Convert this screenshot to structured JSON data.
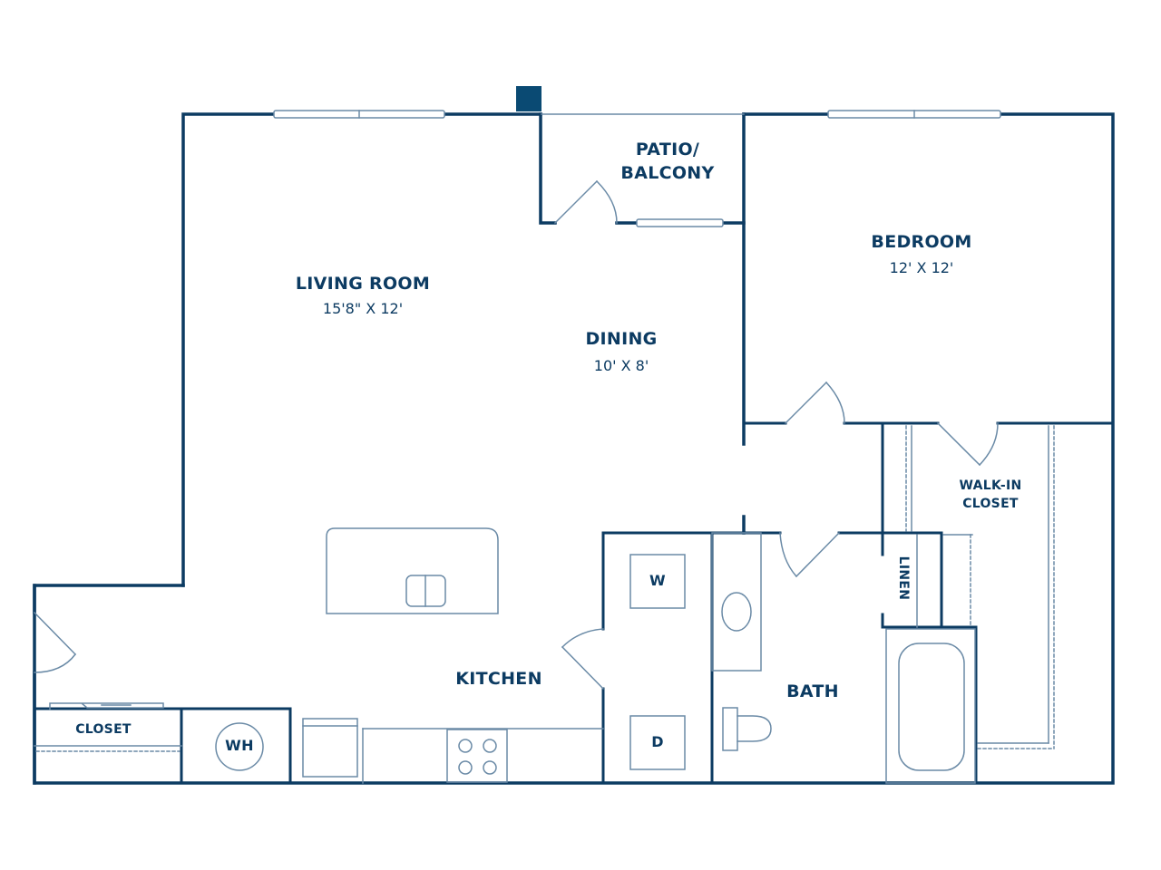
{
  "colors": {
    "wall": "#0c3b62",
    "fixture": "#6a8aa6",
    "background": "#ffffff",
    "column": "#0a4a73"
  },
  "rooms": {
    "living_room": {
      "label": "LIVING ROOM",
      "dimensions": "15'8\" X 12'"
    },
    "dining": {
      "label": "DINING",
      "dimensions": "10' X 8'"
    },
    "patio": {
      "label_line1": "PATIO/",
      "label_line2": "BALCONY"
    },
    "bedroom": {
      "label": "BEDROOM",
      "dimensions": "12' X 12'"
    },
    "walk_in_closet": {
      "label_line1": "WALK-IN",
      "label_line2": "CLOSET"
    },
    "linen": {
      "label": "LINEN"
    },
    "kitchen": {
      "label": "KITCHEN"
    },
    "bath": {
      "label": "BATH"
    },
    "closet": {
      "label": "CLOSET"
    }
  },
  "fixtures": {
    "washer": "W",
    "dryer": "D",
    "water_heater": "WH"
  }
}
